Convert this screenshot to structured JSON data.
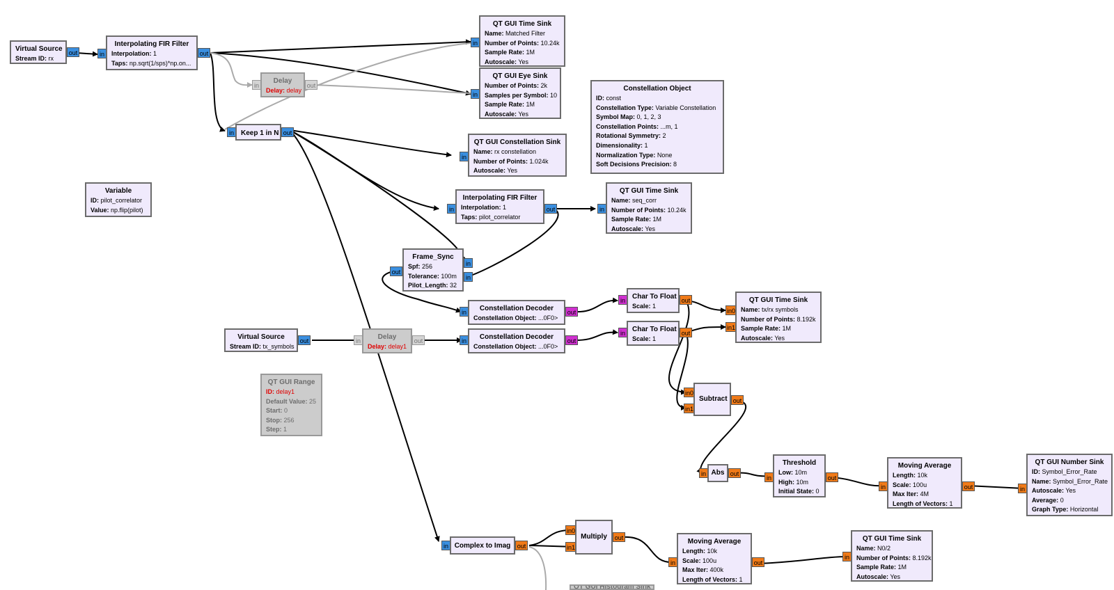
{
  "colors": {
    "canvas": "#ffffff",
    "block": "#f0eafc",
    "block_disabled": "#cccccc",
    "complex_port": "#3a8fe0",
    "float_port": "#f07a18",
    "byte_port": "#d030d0",
    "error_text": "#e00000"
  },
  "ports": {
    "in": "in",
    "out": "out",
    "in0": "in0",
    "in1": "in1"
  },
  "blocks": {
    "vsrc_rx": {
      "title": "Virtual Source",
      "params": [
        {
          "k": "Stream ID:",
          "v": "rx"
        }
      ]
    },
    "fir1": {
      "title": "Interpolating FIR Filter",
      "params": [
        {
          "k": "Interpolation:",
          "v": "1"
        },
        {
          "k": "Taps:",
          "v": "np.sqrt(1/sps)*np.on..."
        }
      ]
    },
    "delay_top": {
      "title": "Delay",
      "params": [
        {
          "k": "Delay:",
          "v": "delay"
        }
      ]
    },
    "ts_matched": {
      "title": "QT GUI Time Sink",
      "params": [
        {
          "k": "Name:",
          "v": "Matched Filter"
        },
        {
          "k": "Number of Points:",
          "v": "10.24k"
        },
        {
          "k": "Sample Rate:",
          "v": "1M"
        },
        {
          "k": "Autoscale:",
          "v": "Yes"
        }
      ]
    },
    "eye": {
      "title": "QT GUI Eye Sink",
      "params": [
        {
          "k": "Number of Points:",
          "v": "2k"
        },
        {
          "k": "Samples per Symbol:",
          "v": "10"
        },
        {
          "k": "Sample Rate:",
          "v": "1M"
        },
        {
          "k": "Autoscale:",
          "v": "Yes"
        }
      ]
    },
    "const_obj": {
      "title": "Constellation Object",
      "params": [
        {
          "k": "ID:",
          "v": "const"
        },
        {
          "k": "Constellation Type:",
          "v": "Variable Constellation"
        },
        {
          "k": "Symbol Map:",
          "v": "0, 1, 2, 3"
        },
        {
          "k": "Constellation Points:",
          "v": "...m, 1"
        },
        {
          "k": "Rotational Symmetry:",
          "v": "2"
        },
        {
          "k": "Dimensionality:",
          "v": "1"
        },
        {
          "k": "Normalization Type:",
          "v": "None"
        },
        {
          "k": "Soft Decisions Precision:",
          "v": "8"
        }
      ]
    },
    "keep": {
      "title": "Keep 1 in N",
      "params": []
    },
    "const_sink": {
      "title": "QT GUI Constellation Sink",
      "params": [
        {
          "k": "Name:",
          "v": "rx constellation"
        },
        {
          "k": "Number of Points:",
          "v": "1.024k"
        },
        {
          "k": "Autoscale:",
          "v": "Yes"
        }
      ]
    },
    "variable": {
      "title": "Variable",
      "params": [
        {
          "k": "ID:",
          "v": "pilot_correlator"
        },
        {
          "k": "Value:",
          "v": "np.flip(pilot)"
        }
      ]
    },
    "fir2": {
      "title": "Interpolating FIR Filter",
      "params": [
        {
          "k": "Interpolation:",
          "v": "1"
        },
        {
          "k": "Taps:",
          "v": "pilot_correlator"
        }
      ]
    },
    "ts_seq": {
      "title": "QT GUI Time Sink",
      "params": [
        {
          "k": "Name:",
          "v": "seq_corr"
        },
        {
          "k": "Number of Points:",
          "v": "10.24k"
        },
        {
          "k": "Sample Rate:",
          "v": "1M"
        },
        {
          "k": "Autoscale:",
          "v": "Yes"
        }
      ]
    },
    "frame_sync": {
      "title": "Frame_Sync",
      "params": [
        {
          "k": "Spf:",
          "v": "256"
        },
        {
          "k": "Tolerance:",
          "v": "100m"
        },
        {
          "k": "Pilot_Length:",
          "v": "32"
        }
      ]
    },
    "cdec1": {
      "title": "Constellation Decoder",
      "params": [
        {
          "k": "Constellation Object:",
          "v": "...0F0>"
        }
      ]
    },
    "c2f1": {
      "title": "Char To Float",
      "params": [
        {
          "k": "Scale:",
          "v": "1"
        }
      ]
    },
    "ts_txrx": {
      "title": "QT GUI Time Sink",
      "params": [
        {
          "k": "Name:",
          "v": "tx/rx symbols"
        },
        {
          "k": "Number of Points:",
          "v": "8.192k"
        },
        {
          "k": "Sample Rate:",
          "v": "1M"
        },
        {
          "k": "Autoscale:",
          "v": "Yes"
        }
      ]
    },
    "vsrc_tx": {
      "title": "Virtual Source",
      "params": [
        {
          "k": "Stream ID:",
          "v": "tx_symbols"
        }
      ]
    },
    "delay1": {
      "title": "Delay",
      "params": [
        {
          "k": "Delay:",
          "v": "delay1"
        }
      ]
    },
    "cdec2": {
      "title": "Constellation Decoder",
      "params": [
        {
          "k": "Constellation Object:",
          "v": "...0F0>"
        }
      ]
    },
    "c2f2": {
      "title": "Char To Float",
      "params": [
        {
          "k": "Scale:",
          "v": "1"
        }
      ]
    },
    "range": {
      "title": "QT GUI Range",
      "params": [
        {
          "k": "ID:",
          "v": "delay1"
        },
        {
          "k": "Default Value:",
          "v": "25"
        },
        {
          "k": "Start:",
          "v": "0"
        },
        {
          "k": "Stop:",
          "v": "256"
        },
        {
          "k": "Step:",
          "v": "1"
        }
      ]
    },
    "subtract": {
      "title": "Subtract",
      "params": []
    },
    "abs": {
      "title": "Abs",
      "params": []
    },
    "threshold": {
      "title": "Threshold",
      "params": [
        {
          "k": "Low:",
          "v": "10m"
        },
        {
          "k": "High:",
          "v": "10m"
        },
        {
          "k": "Initial State:",
          "v": "0"
        }
      ]
    },
    "mavg1": {
      "title": "Moving Average",
      "params": [
        {
          "k": "Length:",
          "v": "10k"
        },
        {
          "k": "Scale:",
          "v": "100u"
        },
        {
          "k": "Max Iter:",
          "v": "4M"
        },
        {
          "k": "Length of Vectors:",
          "v": "1"
        }
      ]
    },
    "number_sink": {
      "title": "QT GUI Number Sink",
      "params": [
        {
          "k": "ID:",
          "v": "Symbol_Error_Rate"
        },
        {
          "k": "Name:",
          "v": "Symbol_Error_Rate"
        },
        {
          "k": "Autoscale:",
          "v": "Yes"
        },
        {
          "k": "Average:",
          "v": "0"
        },
        {
          "k": "Graph Type:",
          "v": "Horizontal"
        }
      ]
    },
    "c2imag": {
      "title": "Complex to Imag",
      "params": []
    },
    "multiply": {
      "title": "Multiply",
      "params": []
    },
    "mavg2": {
      "title": "Moving Average",
      "params": [
        {
          "k": "Length:",
          "v": "10k"
        },
        {
          "k": "Scale:",
          "v": "100u"
        },
        {
          "k": "Max Iter:",
          "v": "400k"
        },
        {
          "k": "Length of Vectors:",
          "v": "1"
        }
      ]
    },
    "ts_n0": {
      "title": "QT GUI Time Sink",
      "params": [
        {
          "k": "Name:",
          "v": "N0/2"
        },
        {
          "k": "Number of Points:",
          "v": "8.192k"
        },
        {
          "k": "Sample Rate:",
          "v": "1M"
        },
        {
          "k": "Autoscale:",
          "v": "Yes"
        }
      ]
    },
    "hist": {
      "title": "QT GUI Histogram Sink",
      "params": []
    }
  }
}
